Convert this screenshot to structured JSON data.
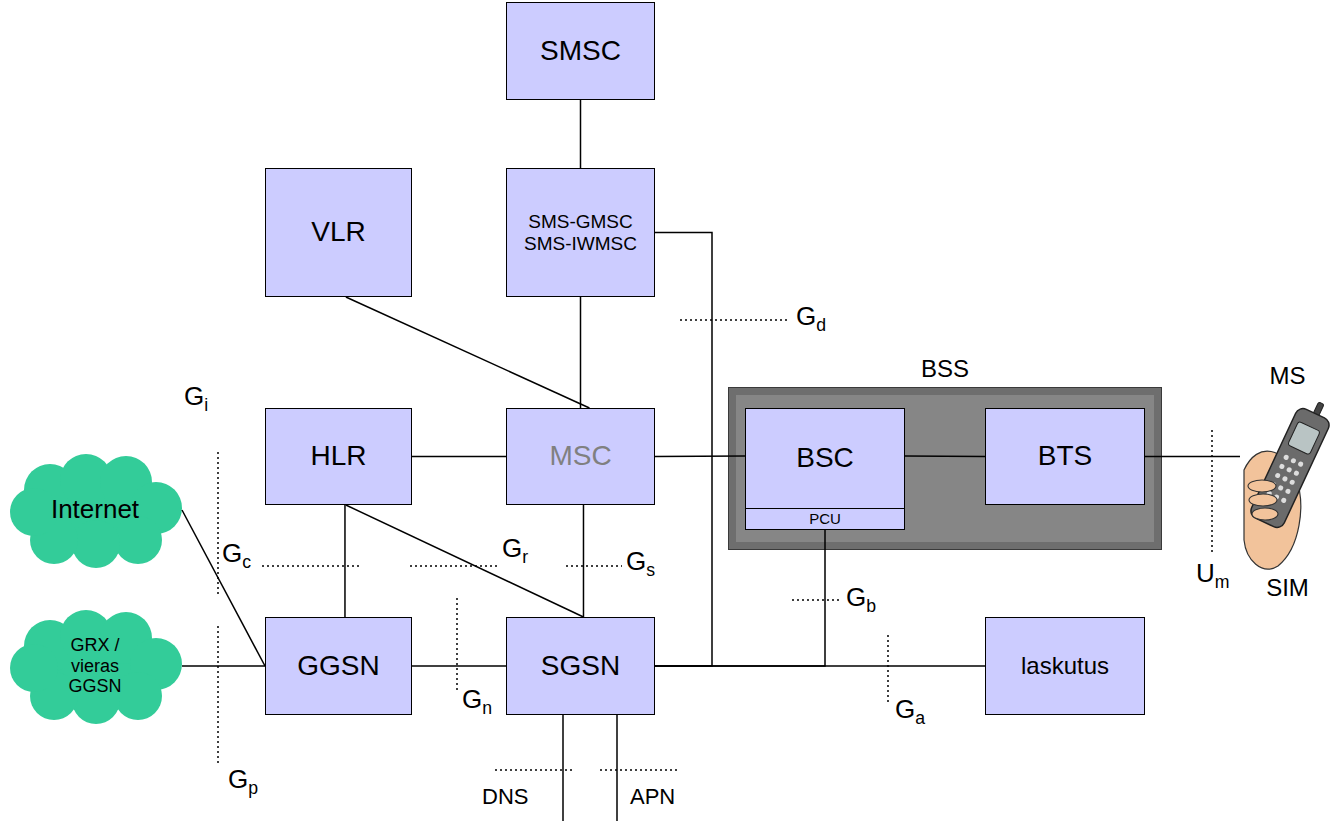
{
  "diagram": {
    "nodes": [
      {
        "text": [
          "SMSC"
        ]
      },
      {
        "text": [
          "VLR"
        ]
      },
      {
        "text": [
          "SMS-GMSC SMS-IWMSC"
        ]
      },
      {
        "text": [
          "BSS"
        ]
      },
      {
        "text": [
          "BSC"
        ],
        "in": 3
      },
      {
        "text": [
          "PCU"
        ],
        "in": 4
      },
      {
        "text": [
          "BTS"
        ],
        "in": 3
      },
      {
        "text": [
          "MS",
          "SIM"
        ]
      },
      {
        "text": [
          "HLR"
        ]
      },
      {
        "text": [
          "MSC"
        ]
      },
      {
        "text": [
          "Internet"
        ]
      },
      {
        "text": [
          "GRX / vieras GGSN"
        ]
      },
      {
        "text": [
          "GGSN"
        ]
      },
      {
        "text": [
          "SGSN"
        ]
      },
      {
        "text": [
          "laskutus"
        ]
      }
    ],
    "edges": [
      {
        "from": 0,
        "to": 2,
        "arrow": "none"
      },
      {
        "from": 2,
        "to": 9,
        "arrow": "none"
      },
      {
        "from": 1,
        "to": 9,
        "arrow": "none"
      },
      {
        "from": 2,
        "to": 13,
        "label": "Gd",
        "arrow": "none"
      },
      {
        "from": 8,
        "to": 9,
        "arrow": "none"
      },
      {
        "from": 9,
        "to": 4,
        "arrow": "none"
      },
      {
        "from": 4,
        "to": 6,
        "arrow": "none"
      },
      {
        "from": 6,
        "to": 7,
        "label": "Um",
        "arrow": "none"
      },
      {
        "from": 10,
        "to": 12,
        "label": "Gi",
        "arrow": "none"
      },
      {
        "from": 8,
        "to": 12,
        "label": "Gc",
        "arrow": "none"
      },
      {
        "from": 8,
        "to": 13,
        "label": "Gr",
        "arrow": "none"
      },
      {
        "from": 9,
        "to": 13,
        "label": "Gs",
        "arrow": "none"
      },
      {
        "from": 5,
        "to": 13,
        "label": "Gb",
        "arrow": "none"
      },
      {
        "from": 11,
        "to": 12,
        "label": "Gp",
        "arrow": "none"
      },
      {
        "from": 12,
        "to": 13,
        "label": "Gn",
        "arrow": "none"
      },
      {
        "from": 13,
        "to": 14,
        "label": "Ga",
        "arrow": "none"
      }
    ],
    "labels": [
      "DNS",
      "APN"
    ]
  }
}
